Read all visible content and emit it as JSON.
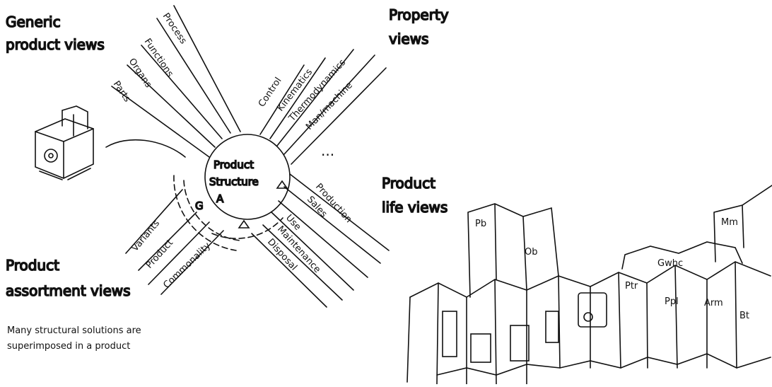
{
  "groups": {
    "generic": {
      "title_line1": "Generic",
      "title_line2": "product views"
    },
    "property": {
      "title_line1": "Property",
      "title_line2": "views"
    },
    "life": {
      "title_line1": "Product",
      "title_line2": "life views"
    },
    "assortment": {
      "title_line1": "Product",
      "title_line2": "assortment views"
    }
  },
  "center": {
    "line1": "Product",
    "line2": "Structure",
    "marker_a": "A",
    "marker_g": "G"
  },
  "generic_views": [
    "Parts",
    "Organs",
    "Functions",
    "Process"
  ],
  "property_views": [
    "Control",
    "Kinematics",
    "Thermodynamics",
    "Man/machine"
  ],
  "property_more": "...",
  "life_views_upper": [
    "Production",
    "Sales"
  ],
  "life_views_lower": [
    "Use",
    "Maintenance",
    "Disposal"
  ],
  "assortment_views": [
    "Variants",
    "Product",
    "Commonality"
  ],
  "note": {
    "line1": "Many structural solutions are",
    "line2": "superimposed in a product"
  },
  "panels": [
    "Pb",
    "Ob",
    "Mm",
    "Gwhc",
    "Ptr",
    "Ppl",
    "Arm",
    "Bt"
  ]
}
